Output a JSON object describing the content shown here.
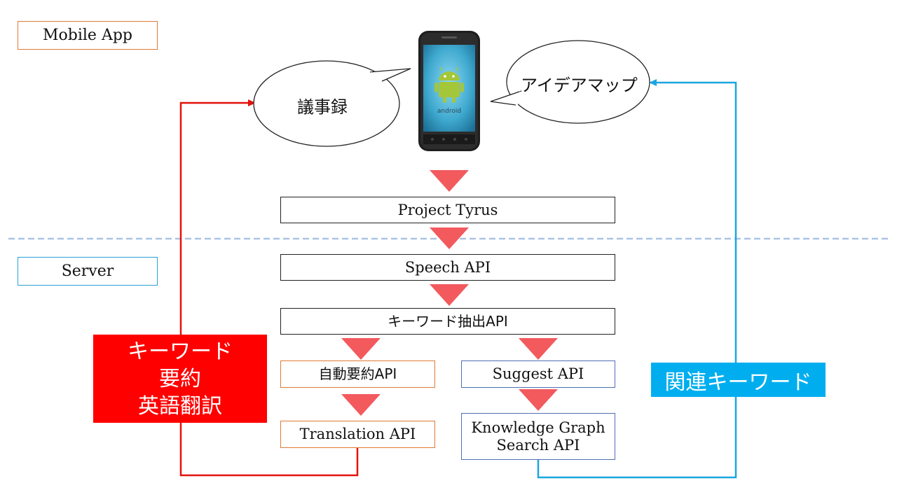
{
  "sections": {
    "mobile_app": "Mobile App",
    "server": "Server"
  },
  "bubbles": {
    "minutes": "議事録",
    "idea_map": "アイデアマップ"
  },
  "phone": {
    "brand_text": "android",
    "icon": "android-robot-icon"
  },
  "flow": {
    "project_tyrus": "Project Tyrus",
    "speech_api": "Speech API",
    "keyword_extract_api": "キーワード抽出API",
    "auto_summary_api": "自動要約API",
    "suggest_api": "Suggest API",
    "translation_api": "Translation API",
    "knowledge_graph_line1": "Knowledge Graph",
    "knowledge_graph_line2": "Search API"
  },
  "callouts": {
    "red_line1": "キーワード",
    "red_line2": "要約",
    "red_line3": "英語翻訳",
    "cyan": "関連キーワード"
  },
  "colors": {
    "red": "#ff0000",
    "cyan": "#00aeef",
    "arrow_triangle": "#f25a5e",
    "divider": "#a9c4e4",
    "orange_border": "#e07a36",
    "blue_border": "#4f6fb3"
  }
}
